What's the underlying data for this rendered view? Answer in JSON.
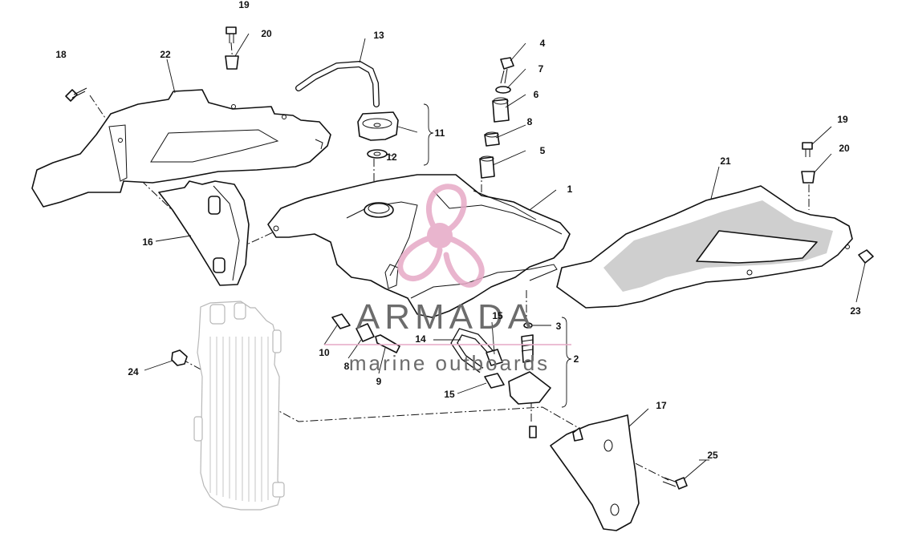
{
  "callouts": [
    {
      "id": "c1",
      "text": "1"
    },
    {
      "id": "c2",
      "text": "2"
    },
    {
      "id": "c3",
      "text": "3"
    },
    {
      "id": "c4",
      "text": "4"
    },
    {
      "id": "c5",
      "text": "5"
    },
    {
      "id": "c6",
      "text": "6"
    },
    {
      "id": "c7",
      "text": "7"
    },
    {
      "id": "c8a",
      "text": "8"
    },
    {
      "id": "c8b",
      "text": "8"
    },
    {
      "id": "c9",
      "text": "9"
    },
    {
      "id": "c10",
      "text": "10"
    },
    {
      "id": "c11",
      "text": "11"
    },
    {
      "id": "c12",
      "text": "12"
    },
    {
      "id": "c13",
      "text": "13"
    },
    {
      "id": "c14",
      "text": "14"
    },
    {
      "id": "c15a",
      "text": "15"
    },
    {
      "id": "c15b",
      "text": "15"
    },
    {
      "id": "c16",
      "text": "16"
    },
    {
      "id": "c17",
      "text": "17"
    },
    {
      "id": "c18",
      "text": "18"
    },
    {
      "id": "c19a",
      "text": "19"
    },
    {
      "id": "c19b",
      "text": "19"
    },
    {
      "id": "c20a",
      "text": "20"
    },
    {
      "id": "c20b",
      "text": "20"
    },
    {
      "id": "c21",
      "text": "21"
    },
    {
      "id": "c22",
      "text": "22"
    },
    {
      "id": "c23",
      "text": "23"
    },
    {
      "id": "c24",
      "text": "24"
    },
    {
      "id": "c25",
      "text": "25"
    }
  ],
  "watermark": {
    "name": "ARMADA",
    "tagline": "marine outboards",
    "text_color": "#6c6c6c",
    "logo_color": "#e6a9c6"
  }
}
